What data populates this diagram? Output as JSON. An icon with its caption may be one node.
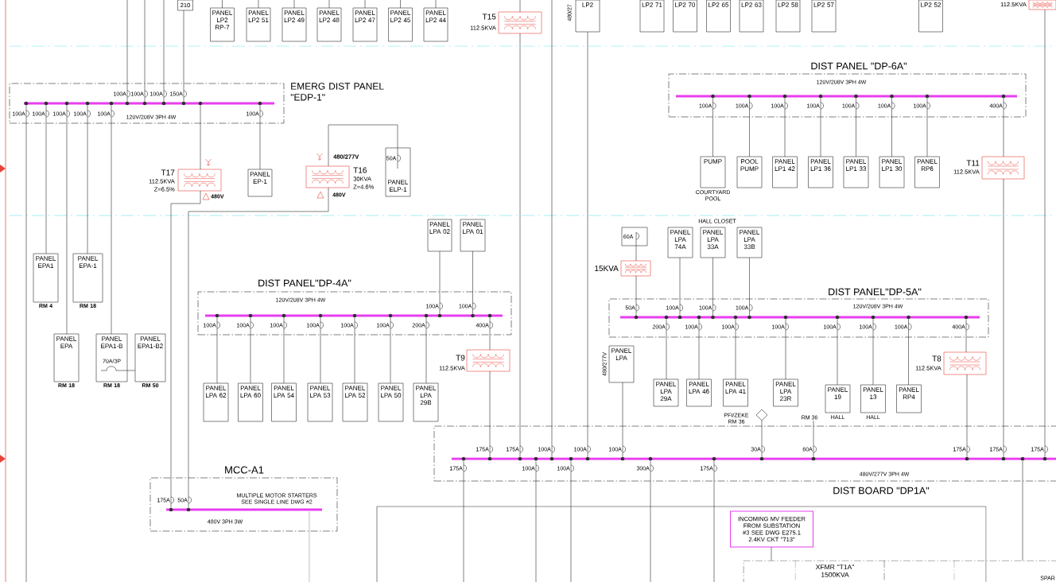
{
  "diagram": {
    "nodes": [
      {
        "text": [
          "210"
        ]
      },
      {
        "text": [
          "PANEL LP2 RP-7"
        ]
      },
      {
        "text": [
          "PANEL LP2 51"
        ]
      },
      {
        "text": [
          "PANEL LP2 49"
        ]
      },
      {
        "text": [
          "PANEL LP2 48"
        ]
      },
      {
        "text": [
          "PANEL LP2 47"
        ]
      },
      {
        "text": [
          "PANEL LP2 45"
        ]
      },
      {
        "text": [
          "PANEL LP2 44"
        ]
      },
      {
        "text": [
          "LP2"
        ],
        "beside": [
          "480/27"
        ]
      },
      {
        "text": [
          "LP2 71"
        ]
      },
      {
        "text": [
          "LP2 70"
        ]
      },
      {
        "text": [
          "LP2 65"
        ]
      },
      {
        "text": [
          "LP2 63"
        ]
      },
      {
        "text": [
          "LP2 58"
        ]
      },
      {
        "text": [
          "LP2 57"
        ]
      },
      {
        "text": [
          "LP2 52"
        ]
      },
      {
        "text": [
          "T15",
          "112.5KVA"
        ]
      },
      {
        "text": [
          "112.5KVA"
        ]
      },
      {
        "text": [
          "EMERG DIST PANEL \"EDP-1\"",
          "120V/208V 3PH 4W"
        ]
      },
      {
        "text": [],
        "shape": "bar",
        "in": 18
      },
      {
        "text": [
          "PANEL EPA1"
        ],
        "beside": [
          "RM 4"
        ]
      },
      {
        "text": [
          "PANEL EPA-1"
        ],
        "beside": [
          "RM 18"
        ]
      },
      {
        "text": [
          "PANEL EPA"
        ],
        "beside": [
          "RM 18"
        ]
      },
      {
        "text": [
          "PANEL EPA1-B",
          "70A/3P"
        ],
        "beside": [
          "RM 18"
        ]
      },
      {
        "text": [
          "PANEL EPA1-B2"
        ],
        "beside": [
          "RM 50"
        ]
      },
      {
        "text": [
          "PANEL EP-1"
        ]
      },
      {
        "text": [
          "T17",
          "112.5KVA",
          "Z=6.5%"
        ],
        "beside": [
          "480V"
        ]
      },
      {
        "text": [
          "480/277V",
          "T16",
          "30KVA",
          "Z=4.6%",
          "480V"
        ]
      },
      {
        "text": [
          "50A",
          "PANEL ELP-1"
        ]
      },
      {
        "text": [
          "MCC-A1",
          "MULTIPLE MOTOR STARTERS SEE SINGLE LINE DWG #2",
          "480V 3PH 3W"
        ]
      },
      {
        "text": [],
        "shape": "bar",
        "in": 29
      },
      {
        "text": [
          "DIST PANEL\"DP-4A\"",
          "120V/208V 3PH 4W"
        ]
      },
      {
        "text": [],
        "shape": "bar",
        "in": 31
      },
      {
        "text": [
          "PANEL LPA 02"
        ]
      },
      {
        "text": [
          "PANEL LPA 01"
        ]
      },
      {
        "text": [
          "PANEL LPA 62"
        ]
      },
      {
        "text": [
          "PANEL LPA 60"
        ]
      },
      {
        "text": [
          "PANEL LPA 54"
        ]
      },
      {
        "text": [
          "PANEL LPA 53"
        ]
      },
      {
        "text": [
          "PANEL LPA 52"
        ]
      },
      {
        "text": [
          "PANEL LPA 50"
        ]
      },
      {
        "text": [
          "PANEL LPA 29B"
        ]
      },
      {
        "text": [
          "T9",
          "112.5KVA"
        ]
      },
      {
        "text": [
          "60A"
        ]
      },
      {
        "text": [
          "15KVA"
        ]
      },
      {
        "text": [
          "PANEL LPA 74A"
        ]
      },
      {
        "text": [
          "PANEL LPA 33A"
        ]
      },
      {
        "text": [
          "PANEL LPA 33B"
        ]
      },
      {
        "text": [
          "DIST PANEL\"DP-5A\"",
          "120V/208V 3PH 4W"
        ]
      },
      {
        "text": [],
        "shape": "bar",
        "in": 48
      },
      {
        "text": [
          "PANEL LPA"
        ],
        "beside": [
          "480/277V"
        ]
      },
      {
        "text": [
          "PANEL LPA 29A"
        ]
      },
      {
        "text": [
          "PANEL LPA 46"
        ]
      },
      {
        "text": [
          "PANEL LPA 41"
        ]
      },
      {
        "text": [
          "PANEL LPA 23R"
        ]
      },
      {
        "text": [
          "PANEL 19"
        ],
        "beside": [
          "HALL"
        ]
      },
      {
        "text": [
          "PANEL 13"
        ],
        "beside": [
          "HALL"
        ]
      },
      {
        "text": [
          "PANEL RP4"
        ]
      },
      {
        "text": [
          "T8",
          "112.5KVA"
        ]
      },
      {
        "text": [],
        "shape": "diamond",
        "beside": [
          "PFI/ZEKE RM 36"
        ]
      },
      {
        "text": [
          "DIST PANEL \"DP-6A\"",
          "120V/208V 3PH 4W"
        ]
      },
      {
        "text": [],
        "shape": "bar",
        "in": 60
      },
      {
        "text": [
          "PUMP"
        ],
        "beside": [
          "COURTYARD POOL"
        ]
      },
      {
        "text": [
          "POOL PUMP"
        ]
      },
      {
        "text": [
          "PANEL LP1 42"
        ]
      },
      {
        "text": [
          "PANEL LP1 36"
        ]
      },
      {
        "text": [
          "PANEL LP1 33"
        ]
      },
      {
        "text": [
          "PANEL LP1 30"
        ]
      },
      {
        "text": [
          "PANEL RP6"
        ]
      },
      {
        "text": [
          "T11",
          "112.5KVA"
        ]
      },
      {
        "text": [
          "480V/277V 3PH 4W",
          "DIST BOARD \"DP1A\""
        ]
      },
      {
        "text": [],
        "shape": "bar",
        "in": 70
      },
      {
        "text": [
          "INCOMING MV FEEDER FROM SUBSTATION #3 SEE DWG E275.1 2.4KV CKT \"713\""
        ]
      },
      {
        "text": [
          "XFMR \"T1A\" 1500KVA"
        ]
      },
      {
        "text": [
          "RM 36"
        ]
      }
    ],
    "edges": [
      {
        "from": null,
        "to": 19,
        "arrow": "none",
        "label": "100A"
      },
      {
        "from": null,
        "to": 19,
        "arrow": "none",
        "label": "100A"
      },
      {
        "from": null,
        "to": 19,
        "arrow": "none",
        "label": "100A"
      },
      {
        "from": 0,
        "to": 19,
        "arrow": "none",
        "label": "150A"
      },
      {
        "from": 19,
        "to": null,
        "arrow": "none",
        "label": "100A"
      },
      {
        "from": 19,
        "to": 20,
        "arrow": "none",
        "label": "100A"
      },
      {
        "from": 19,
        "to": 22,
        "arrow": "none",
        "label": "100A"
      },
      {
        "from": 19,
        "to": 21,
        "arrow": "none",
        "label": "100A"
      },
      {
        "from": 19,
        "to": 23,
        "arrow": "none",
        "label": "100A"
      },
      {
        "from": 19,
        "to": 26,
        "arrow": "none"
      },
      {
        "from": 19,
        "to": 25,
        "arrow": "none",
        "label": "100A"
      },
      {
        "from": 23,
        "to": 24,
        "arrow": "none"
      },
      {
        "from": 26,
        "to": 30,
        "arrow": "none",
        "label": "175A"
      },
      {
        "from": 27,
        "to": 28,
        "arrow": "none"
      },
      {
        "from": 27,
        "to": 30,
        "arrow": "none",
        "label": "50A"
      },
      {
        "from": 30,
        "to": null,
        "arrow": "none"
      },
      {
        "from": 33,
        "to": 32,
        "arrow": "none",
        "label": "100A"
      },
      {
        "from": 34,
        "to": 32,
        "arrow": "none",
        "label": "100A"
      },
      {
        "from": 32,
        "to": 35,
        "arrow": "none",
        "label": "100A"
      },
      {
        "from": 32,
        "to": 36,
        "arrow": "none",
        "label": "100A"
      },
      {
        "from": 32,
        "to": 37,
        "arrow": "none",
        "label": "100A"
      },
      {
        "from": 32,
        "to": 38,
        "arrow": "none",
        "label": "100A"
      },
      {
        "from": 32,
        "to": 39,
        "arrow": "none",
        "label": "100A"
      },
      {
        "from": 32,
        "to": 40,
        "arrow": "none",
        "label": "100A"
      },
      {
        "from": 32,
        "to": 41,
        "arrow": "none",
        "label": "200A"
      },
      {
        "from": 32,
        "to": 42,
        "arrow": "none",
        "label": "400A"
      },
      {
        "from": 42,
        "to": 71,
        "arrow": "none",
        "label": "175A"
      },
      {
        "from": null,
        "to": 16,
        "arrow": "none"
      },
      {
        "from": 16,
        "to": 71,
        "arrow": "none",
        "label": "175A"
      },
      {
        "from": null,
        "to": 71,
        "arrow": "none",
        "label": "100A"
      },
      {
        "from": 8,
        "to": 71,
        "arrow": "none",
        "label": "100A"
      },
      {
        "from": 50,
        "to": 71,
        "arrow": "none",
        "label": "100A"
      },
      {
        "from": 59,
        "to": 71,
        "arrow": "none",
        "label": "30A"
      },
      {
        "from": 74,
        "to": 71,
        "arrow": "none",
        "label": "60A"
      },
      {
        "from": 58,
        "to": 71,
        "arrow": "none",
        "label": "175A"
      },
      {
        "from": 69,
        "to": 71,
        "arrow": "none",
        "label": "175A"
      },
      {
        "from": 17,
        "to": 71,
        "arrow": "none",
        "label": "175A"
      },
      {
        "from": 71,
        "to": null,
        "arrow": "none",
        "label": "175A"
      },
      {
        "from": 71,
        "to": null,
        "arrow": "none",
        "label": "100A"
      },
      {
        "from": 71,
        "to": null,
        "arrow": "none",
        "label": "100A"
      },
      {
        "from": 71,
        "to": null,
        "arrow": "none",
        "label": "300A"
      },
      {
        "from": 71,
        "to": null,
        "arrow": "none",
        "label": "175A"
      },
      {
        "from": 71,
        "to": 73,
        "arrow": "none"
      },
      {
        "from": 72,
        "to": 73,
        "arrow": "none"
      },
      {
        "from": 43,
        "to": 44,
        "arrow": "none"
      },
      {
        "from": 44,
        "to": 49,
        "arrow": "none",
        "label": "50A"
      },
      {
        "from": 45,
        "to": 49,
        "arrow": "none",
        "label": "100A"
      },
      {
        "from": 46,
        "to": 49,
        "arrow": "none",
        "label": "100A"
      },
      {
        "from": 47,
        "to": 49,
        "arrow": "none",
        "label": "100A"
      },
      {
        "from": 49,
        "to": 51,
        "arrow": "none",
        "label": "200A"
      },
      {
        "from": 49,
        "to": 52,
        "arrow": "none",
        "label": "100A"
      },
      {
        "from": 49,
        "to": 53,
        "arrow": "none",
        "label": "100A"
      },
      {
        "from": 49,
        "to": 54,
        "arrow": "none",
        "label": "100A"
      },
      {
        "from": 49,
        "to": 55,
        "arrow": "none",
        "label": "100A"
      },
      {
        "from": 49,
        "to": 56,
        "arrow": "none",
        "label": "100A"
      },
      {
        "from": 49,
        "to": 57,
        "arrow": "none",
        "label": "100A"
      },
      {
        "from": 49,
        "to": 58,
        "arrow": "none",
        "label": "400A"
      },
      {
        "from": 61,
        "to": 62,
        "arrow": "none",
        "label": "100A"
      },
      {
        "from": 61,
        "to": 63,
        "arrow": "none",
        "label": "100A"
      },
      {
        "from": 61,
        "to": 64,
        "arrow": "none",
        "label": "100A"
      },
      {
        "from": 61,
        "to": 65,
        "arrow": "none",
        "label": "100A"
      },
      {
        "from": 61,
        "to": 66,
        "arrow": "none",
        "label": "100A"
      },
      {
        "from": 61,
        "to": 67,
        "arrow": "none",
        "label": "100A"
      },
      {
        "from": 61,
        "to": 68,
        "arrow": "none",
        "label": "100A"
      },
      {
        "from": 61,
        "to": 69,
        "arrow": "none",
        "label": "400A"
      },
      {
        "from": null,
        "to": 1,
        "arrow": "none"
      },
      {
        "from": null,
        "to": 2,
        "arrow": "none"
      },
      {
        "from": null,
        "to": 3,
        "arrow": "none"
      },
      {
        "from": null,
        "to": 4,
        "arrow": "none"
      },
      {
        "from": null,
        "to": 5,
        "arrow": "none"
      },
      {
        "from": null,
        "to": 6,
        "arrow": "none"
      },
      {
        "from": null,
        "to": 7,
        "arrow": "none"
      }
    ],
    "labels": [
      "HALL CLOSET",
      "SPAR"
    ]
  }
}
